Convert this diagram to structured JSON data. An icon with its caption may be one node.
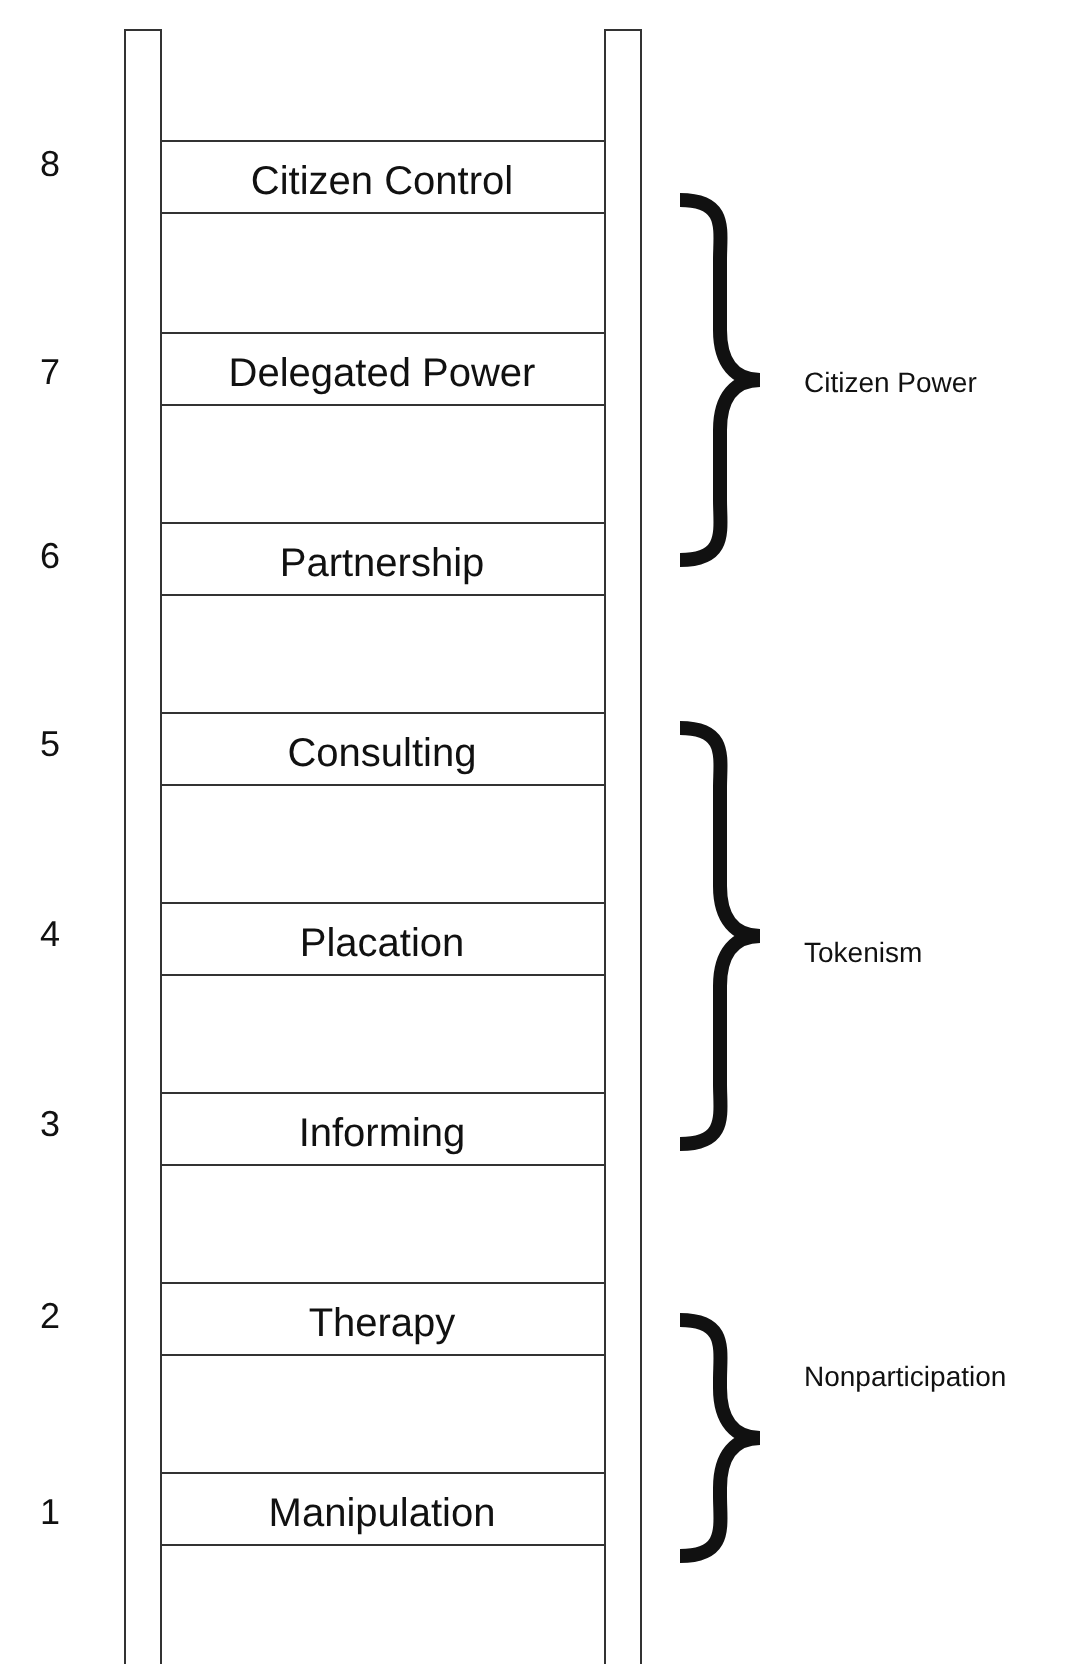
{
  "diagram": {
    "nodes": [
      {
        "text": [
          "Citizen Control"
        ]
      },
      {
        "text": [
          "Delegated Power"
        ]
      },
      {
        "text": [
          "Partnership"
        ]
      },
      {
        "text": [
          "Consulting"
        ]
      },
      {
        "text": [
          "Placation"
        ]
      },
      {
        "text": [
          "Informing"
        ]
      },
      {
        "text": [
          "Therapy"
        ]
      },
      {
        "text": [
          "Manipulation"
        ]
      }
    ],
    "edges": [],
    "labels": [
      "8",
      "7",
      "Citizen Power",
      "6",
      "5",
      "4",
      "Tokenism",
      "3",
      "2",
      "Nonparticipation",
      "1"
    ]
  }
}
